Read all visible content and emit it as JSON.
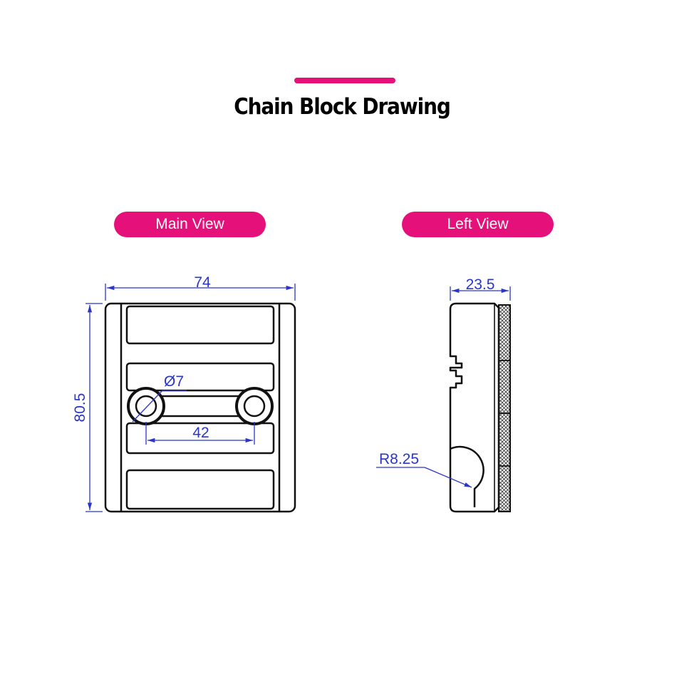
{
  "title": "Chain Block Drawing",
  "views": {
    "main_label": "Main View",
    "left_label": "Left View"
  },
  "dimensions": {
    "width": "74",
    "height": "80.5",
    "hole_diameter": "Ø7",
    "hole_spacing": "42",
    "thickness": "23.5",
    "radius": "R8.25"
  },
  "colors": {
    "accent": "#e5107a",
    "dimension": "#2a36c8",
    "outline": "#111111"
  }
}
